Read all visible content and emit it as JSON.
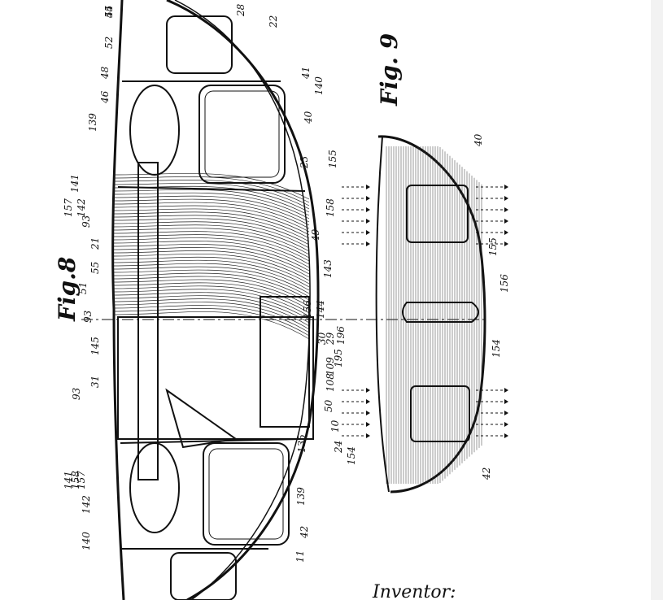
{
  "figures": {
    "fig8": {
      "label": "Fig.8"
    },
    "fig9": {
      "label": "Fig. 9"
    }
  },
  "caption": "Inventor:",
  "refs_fig8_top": [
    "54",
    "52",
    "28",
    "22",
    "48",
    "46",
    "41",
    "140",
    "40",
    "139",
    "23",
    "155",
    "141",
    "157",
    "142",
    "93",
    "21",
    "158",
    "49",
    "55",
    "51",
    "143",
    "93",
    "156",
    "144",
    "145",
    "30",
    "29",
    "196",
    "109",
    "195",
    "31",
    "108",
    "93",
    "50",
    "10",
    "135",
    "24",
    "154",
    "158",
    "141",
    "157",
    "142",
    "139",
    "42",
    "140",
    "11",
    "45"
  ],
  "refs_fig9": [
    "40",
    "155",
    "156",
    "154",
    "42"
  ]
}
